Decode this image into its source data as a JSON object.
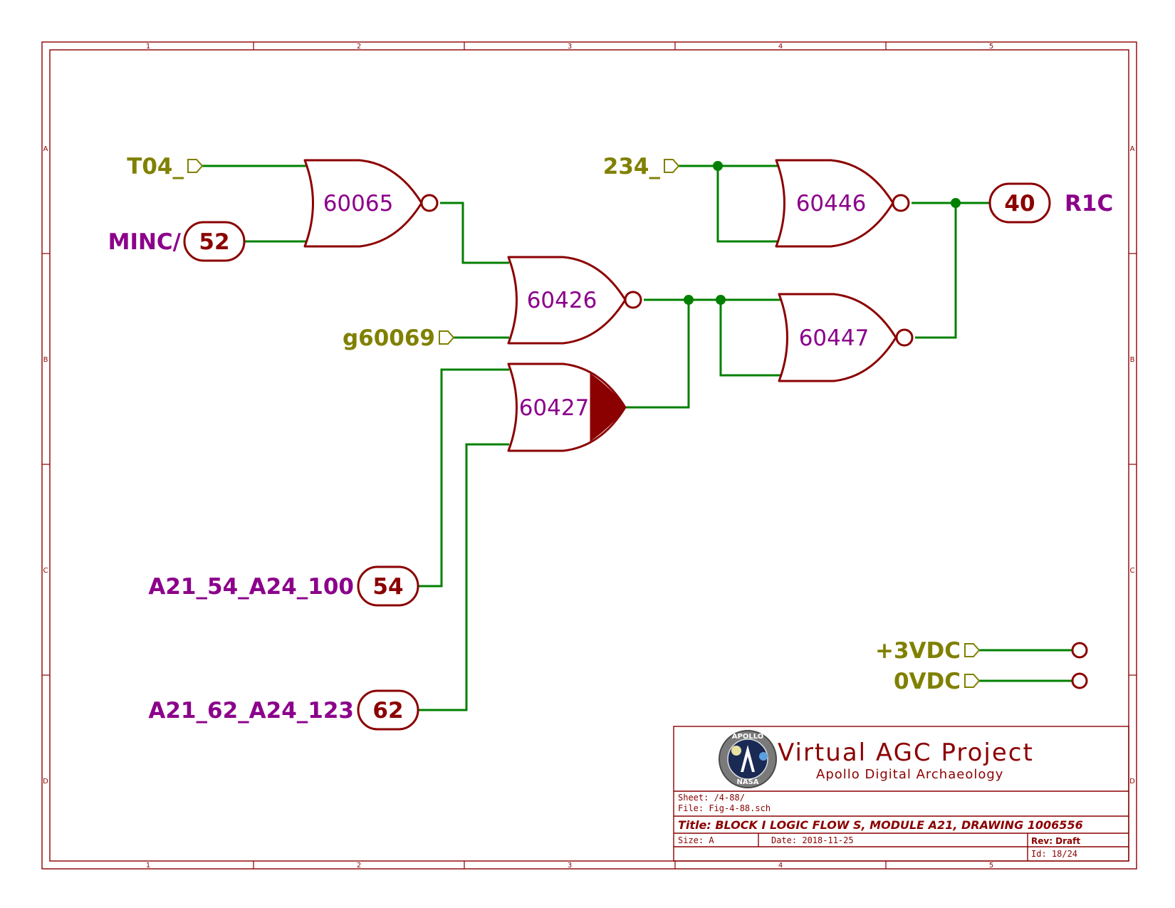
{
  "zones": {
    "columns": [
      "1",
      "2",
      "3",
      "4",
      "5"
    ],
    "rows": [
      "A",
      "B",
      "C",
      "D"
    ]
  },
  "gates": {
    "g60065": "60065",
    "g60426": "60426",
    "g60427": "60427",
    "g60446": "60446",
    "g60447": "60447"
  },
  "ports": {
    "t04": "T04_",
    "p234": "234_",
    "g60069": "g60069",
    "p3vdc": "+3VDC",
    "p0vdc": "0VDC"
  },
  "connectors": {
    "minc": {
      "label": "MINC/",
      "pin": "52"
    },
    "a21_54": {
      "label": "A21_54_A24_100",
      "pin": "54"
    },
    "a21_62": {
      "label": "A21_62_A24_123",
      "pin": "62"
    },
    "r1c": {
      "label": "R1C",
      "pin": "40"
    }
  },
  "title_block": {
    "project": "Virtual AGC Project",
    "subtitle": "Apollo Digital Archaeology",
    "logo_top": "APOLLO",
    "logo_bottom": "NASA",
    "sheet": "Sheet: /4-88/",
    "file": "File: Fig-4-88.sch",
    "title": "Title: BLOCK I LOGIC FLOW S, MODULE A21, DRAWING 1006556",
    "size": "Size: A",
    "date": "Date: 2018-11-25",
    "rev": "Rev: Draft",
    "id": "Id: 18/24"
  },
  "colors": {
    "frame": "#8b0000",
    "wire": "#008000",
    "gate_label": "#8b008b",
    "port_label": "#808000"
  }
}
